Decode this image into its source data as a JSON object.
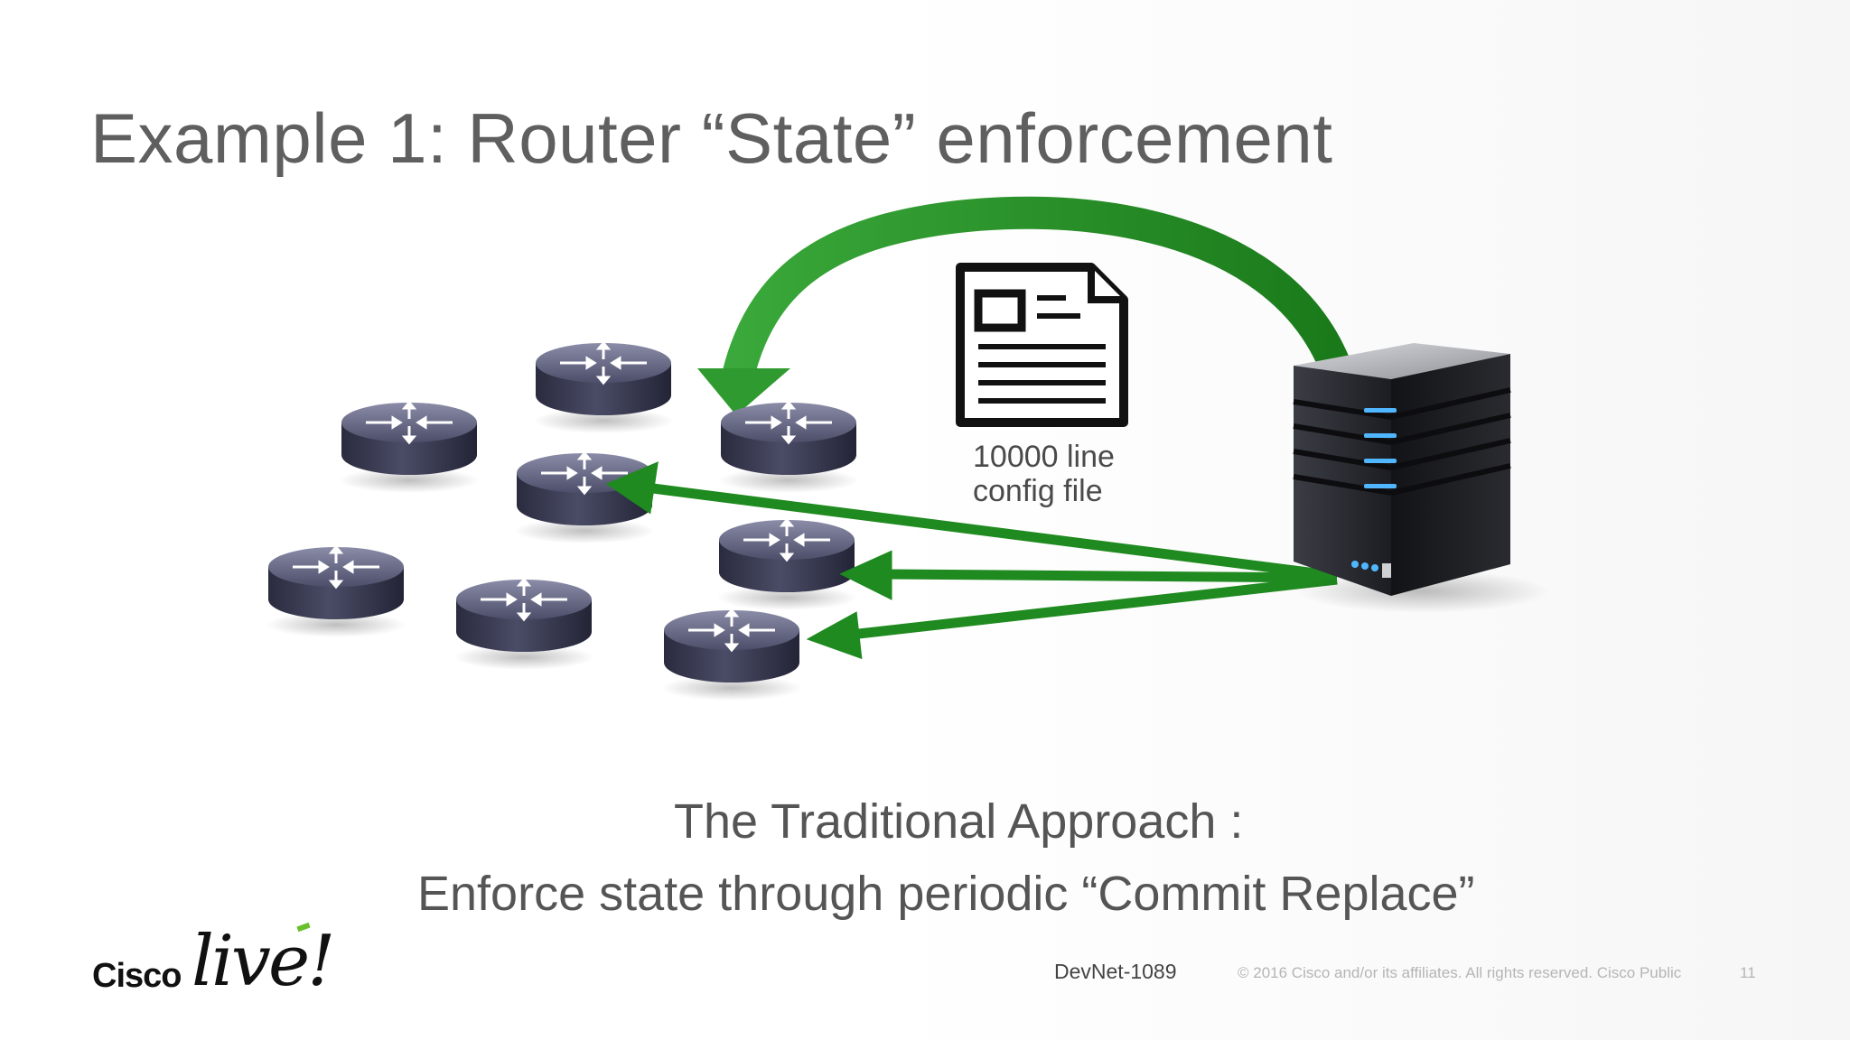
{
  "slide": {
    "title": "Example 1: Router “State” enforcement"
  },
  "diagram": {
    "config_label_line1": "10000 line",
    "config_label_line2": "config file",
    "router_count": 8,
    "arrow_color": "#1f8a1f",
    "router_color": "#3b3d56",
    "server_led_color": "#4fb6ff"
  },
  "caption": {
    "line1": "The Traditional Approach :",
    "line2": "Enforce state through  periodic “Commit Replace”"
  },
  "footer": {
    "brand": "Cisco",
    "brand_event": "live!",
    "session": "DevNet-1089",
    "copyright": "© 2016  Cisco and/or its affiliates. All rights reserved.   Cisco Public",
    "page_number": "11"
  }
}
